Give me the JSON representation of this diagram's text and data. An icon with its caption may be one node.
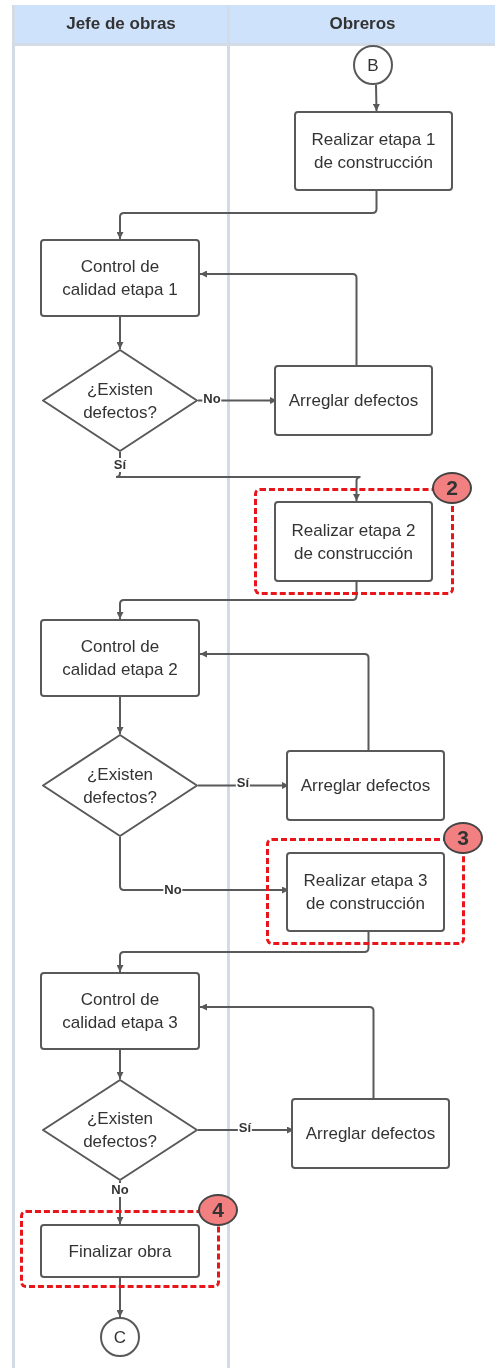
{
  "diagram": {
    "nodes": [
      {
        "text": [
          "Jefe de obras"
        ]
      },
      {
        "text": [
          "Obreros"
        ]
      },
      {
        "text": [
          "B"
        ],
        "in": 1
      },
      {
        "text": [
          "Realizar etapa 1 de construcción"
        ],
        "in": 1
      },
      {
        "text": [
          "Control de calidad etapa 1"
        ],
        "in": 0
      },
      {
        "text": [
          "¿Existen defectos?"
        ],
        "in": 0
      },
      {
        "text": [
          "Arreglar defectos"
        ],
        "in": 1
      },
      {
        "text": [
          "2"
        ],
        "in": 1
      },
      {
        "text": [
          "Realizar etapa 2 de construcción"
        ],
        "in": 7
      },
      {
        "text": [
          "Control de calidad etapa 2"
        ],
        "in": 0
      },
      {
        "text": [
          "¿Existen defectos?"
        ],
        "in": 0
      },
      {
        "text": [
          "Arreglar defectos"
        ],
        "in": 1
      },
      {
        "text": [
          "3"
        ],
        "in": 1
      },
      {
        "text": [
          "Realizar etapa 3 de construcción"
        ],
        "in": 12
      },
      {
        "text": [
          "Control de calidad etapa 3"
        ],
        "in": 0
      },
      {
        "text": [
          "¿Existen defectos?"
        ],
        "in": 0
      },
      {
        "text": [
          "Arreglar defectos"
        ],
        "in": 1
      },
      {
        "text": [
          "4"
        ],
        "in": 0
      },
      {
        "text": [
          "Finalizar obra"
        ],
        "in": 17
      },
      {
        "text": [
          "C"
        ],
        "in": 0
      }
    ],
    "edges": [
      {
        "from": 2,
        "to": 3,
        "arrow": "to"
      },
      {
        "from": 3,
        "to": 4,
        "arrow": "to"
      },
      {
        "from": 4,
        "to": 5,
        "arrow": "to"
      },
      {
        "from": 5,
        "to": 6,
        "arrow": "to",
        "label": "No"
      },
      {
        "from": 6,
        "to": 4,
        "arrow": "to"
      },
      {
        "from": 5,
        "to": 8,
        "arrow": "to",
        "label": "Sí"
      },
      {
        "from": 8,
        "to": 9,
        "arrow": "to"
      },
      {
        "from": 9,
        "to": 10,
        "arrow": "to"
      },
      {
        "from": 10,
        "to": 11,
        "arrow": "to",
        "label": "Sí"
      },
      {
        "from": 11,
        "to": 9,
        "arrow": "to"
      },
      {
        "from": 10,
        "to": 13,
        "arrow": "to",
        "label": "No"
      },
      {
        "from": 13,
        "to": 14,
        "arrow": "to"
      },
      {
        "from": 14,
        "to": 15,
        "arrow": "to"
      },
      {
        "from": 15,
        "to": 16,
        "arrow": "to",
        "label": "Sí"
      },
      {
        "from": 16,
        "to": 14,
        "arrow": "to"
      },
      {
        "from": 15,
        "to": 18,
        "arrow": "to",
        "label": "No"
      },
      {
        "from": 18,
        "to": 19,
        "arrow": "to"
      }
    ]
  }
}
